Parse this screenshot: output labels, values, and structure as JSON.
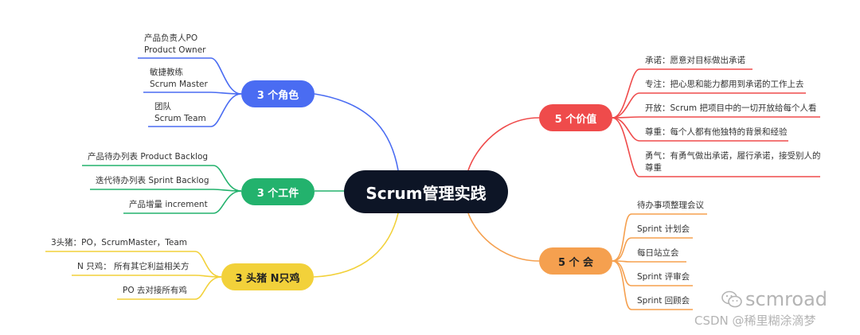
{
  "colors": {
    "center": "#0d1526",
    "roles": "#4a6cf2",
    "artifacts": "#23b26d",
    "pigs": "#f2d13a",
    "values": "#ef4b4b",
    "meetings": "#f5a04f"
  },
  "center": {
    "label": "Scrum管理实践"
  },
  "roles": {
    "label": "3 个角色",
    "items": [
      [
        "产品负责人PO",
        "Product Owner"
      ],
      [
        "敏捷教练",
        "Scrum Master"
      ],
      [
        "团队",
        "Scrum Team"
      ]
    ]
  },
  "artifacts": {
    "label": "3 个工件",
    "items": [
      "产品待办列表 Product Backlog",
      "迭代待办列表 Sprint Backlog",
      "产品增量 increment"
    ]
  },
  "pigs": {
    "label": "3 头猪 N只鸡",
    "items": [
      "3头猪：PO，ScrumMaster，Team",
      "N 只鸡： 所有其它利益相关方",
      "PO 去对接所有鸡"
    ]
  },
  "values": {
    "label": "5 个价值",
    "items": [
      [
        "承诺：愿意对目标做出承诺"
      ],
      [
        "专注：把心思和能力都用到承诺的工作上去"
      ],
      [
        "开放：Scrum 把项目中的一切开放给每个人看"
      ],
      [
        "尊重：每个人都有他独特的背景和经验"
      ],
      [
        "勇气：有勇气做出承诺，履行承诺，接受别人的",
        "尊重"
      ]
    ]
  },
  "meetings": {
    "label": "5 个 会",
    "items": [
      "待办事项整理会议",
      "Sprint 计划会",
      "每日站立会",
      "Sprint 评审会",
      "Sprint 回顾会"
    ]
  },
  "watermark": {
    "wechat": "scmroad",
    "csdn": "CSDN @稀里糊涂滴梦"
  }
}
